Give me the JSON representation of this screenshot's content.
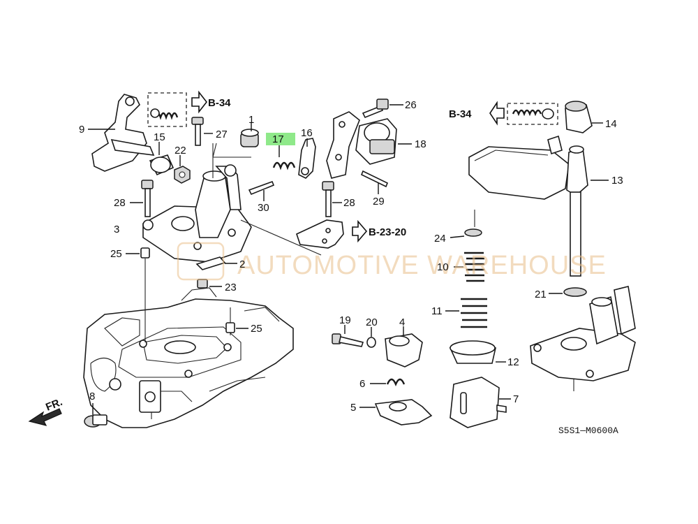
{
  "diagram": {
    "code": "S5S1—M0600A",
    "watermark": "AUTOMOTIVE WAREHOUSE",
    "highlight_color": "#8fe98a",
    "front_label": "FR.",
    "callouts": {
      "p1": "1",
      "p2": "2",
      "p3": "3",
      "p4": "4",
      "p5": "5",
      "p6": "6",
      "p7": "7",
      "p8": "8",
      "p9": "9",
      "p10": "10",
      "p11": "11",
      "p12": "12",
      "p13": "13",
      "p14": "14",
      "p15": "15",
      "p16": "16",
      "p17": "17",
      "p18": "18",
      "p19": "19",
      "p20": "20",
      "p21": "21",
      "p22": "22",
      "p23": "23",
      "p24": "24",
      "p25a": "25",
      "p25b": "25",
      "p26": "26",
      "p27": "27",
      "p28a": "28",
      "p28b": "28",
      "p29": "29",
      "p30": "30"
    },
    "references": {
      "b34_left": "B-34",
      "b34_right": "B-34",
      "b2320": "B-23-20"
    }
  }
}
